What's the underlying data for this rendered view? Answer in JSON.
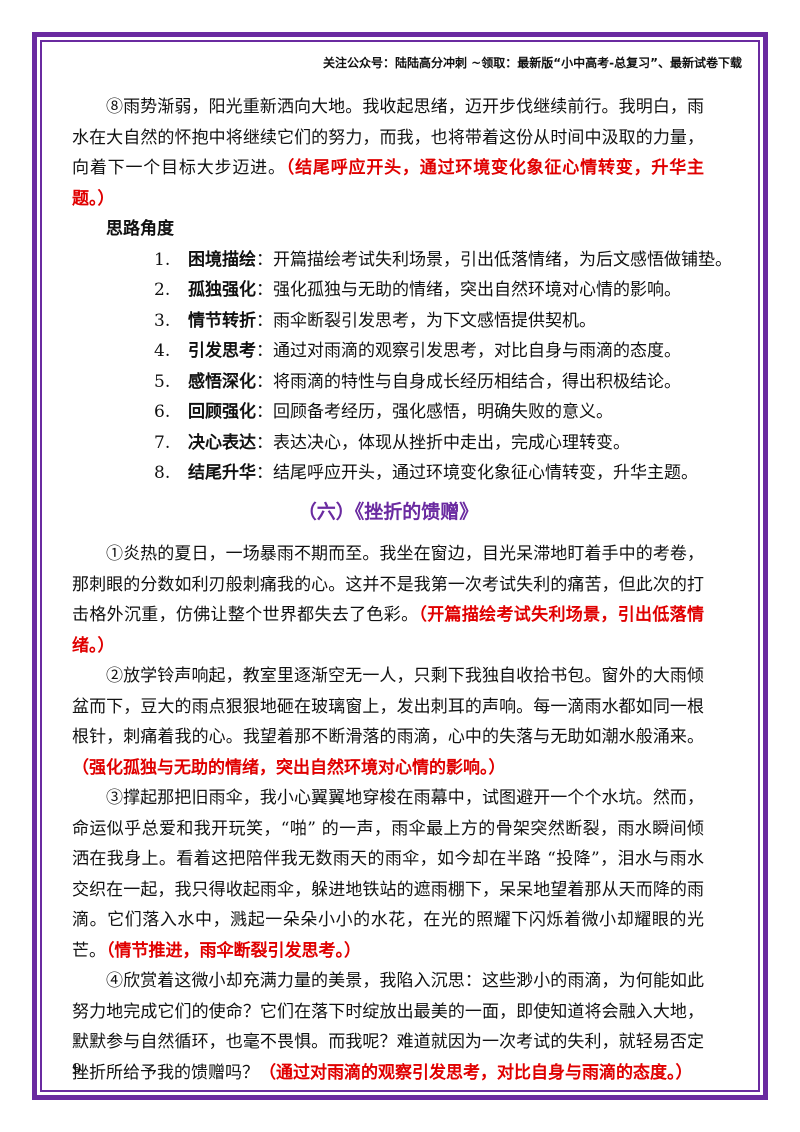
{
  "header": {
    "text": "关注公众号：陆陆高分冲刺 ~领取：最新版“小中高考-总复习”、最新试卷下载"
  },
  "intro_paragraph": {
    "text": "⑧雨势渐弱，阳光重新洒向大地。我收起思绪，迈开步伐继续前行。我明白，雨水在大自然的怀抱中将继续它们的努力，而我，也将带着这份从时间中汲取的力量，向着下一个目标大步迈进。",
    "note": "（结尾呼应开头，通过环境变化象征心情转变，升华主题。）"
  },
  "outline": {
    "title": "思路角度",
    "items": [
      {
        "num": "1.",
        "keyword": "困境描绘",
        "sep": "：",
        "desc": "开篇描绘考试失利场景，引出低落情绪，为后文感悟做铺垫。"
      },
      {
        "num": "2.",
        "keyword": "孤独强化",
        "sep": "：",
        "desc": "强化孤独与无助的情绪，突出自然环境对心情的影响。"
      },
      {
        "num": "3.",
        "keyword": "情节转折",
        "sep": "：",
        "desc": "雨伞断裂引发思考，为下文感悟提供契机。"
      },
      {
        "num": "4.",
        "keyword": "引发思考",
        "sep": "：",
        "desc": "通过对雨滴的观察引发思考，对比自身与雨滴的态度。"
      },
      {
        "num": "5.",
        "keyword": "感悟深化",
        "sep": "：",
        "desc": "将雨滴的特性与自身成长经历相结合，得出积极结论。"
      },
      {
        "num": "6.",
        "keyword": "回顾强化",
        "sep": "：",
        "desc": "回顾备考经历，强化感悟，明确失败的意义。"
      },
      {
        "num": "7.",
        "keyword": "决心表达",
        "sep": "：",
        "desc": "表达决心，体现从挫折中走出，完成心理转变。"
      },
      {
        "num": "8.",
        "keyword": "结尾升华",
        "sep": "：",
        "desc": "结尾呼应开头，通过环境变化象征心情转变，升华主题。"
      }
    ]
  },
  "section_title": "（六）《挫折的馈赠》",
  "paragraphs": [
    {
      "text": "①炎热的夏日，一场暴雨不期而至。我坐在窗边，目光呆滞地盯着手中的考卷，那刺眼的分数如利刃般刺痛我的心。这并不是我第一次考试失利的痛苦，但此次的打击格外沉重，仿佛让整个世界都失去了色彩。",
      "note": "（开篇描绘考试失利场景，引出低落情绪。）"
    },
    {
      "text": "②放学铃声响起，教室里逐渐空无一人，只剩下我独自收拾书包。窗外的大雨倾盆而下，豆大的雨点狠狠地砸在玻璃窗上，发出刺耳的声响。每一滴雨水都如同一根根针，刺痛着我的心。我望着那不断滑落的雨滴，心中的失落与无助如潮水般涌来。",
      "note": "（强化孤独与无助的情绪，突出自然环境对心情的影响。）"
    },
    {
      "text": "③撑起那把旧雨伞，我小心翼翼地穿梭在雨幕中，试图避开一个个水坑。然而，命运似乎总爱和我开玩笑，“啪” 的一声，雨伞最上方的骨架突然断裂，雨水瞬间倾洒在我身上。看着这把陪伴我无数雨天的雨伞，如今却在半路 “投降”，泪水与雨水交织在一起，我只得收起雨伞，躲进地铁站的遮雨棚下，呆呆地望着那从天而降的雨滴。它们落入水中，溅起一朵朵小小的水花，在光的照耀下闪烁着微小却耀眼的光芒。",
      "note": "（情节推进，雨伞断裂引发思考。）"
    },
    {
      "text": "④欣赏着这微小却充满力量的美景，我陷入沉思：这些渺小的雨滴，为何能如此努力地完成它们的使命？它们在落下时绽放出最美的一面，即使知道将会融入大地，默默参与自然循环，也毫不畏惧。而我呢？难道就因为一次考试的失利，就轻易否定挫折所给予我的馈赠吗？",
      "note": "（通过对雨滴的观察引发思考，对比自身与雨滴的态度。）"
    }
  ],
  "page_number": "9",
  "colors": {
    "frame": "#6a2aa0",
    "note": "#e00000",
    "title": "#6a2aa0"
  }
}
